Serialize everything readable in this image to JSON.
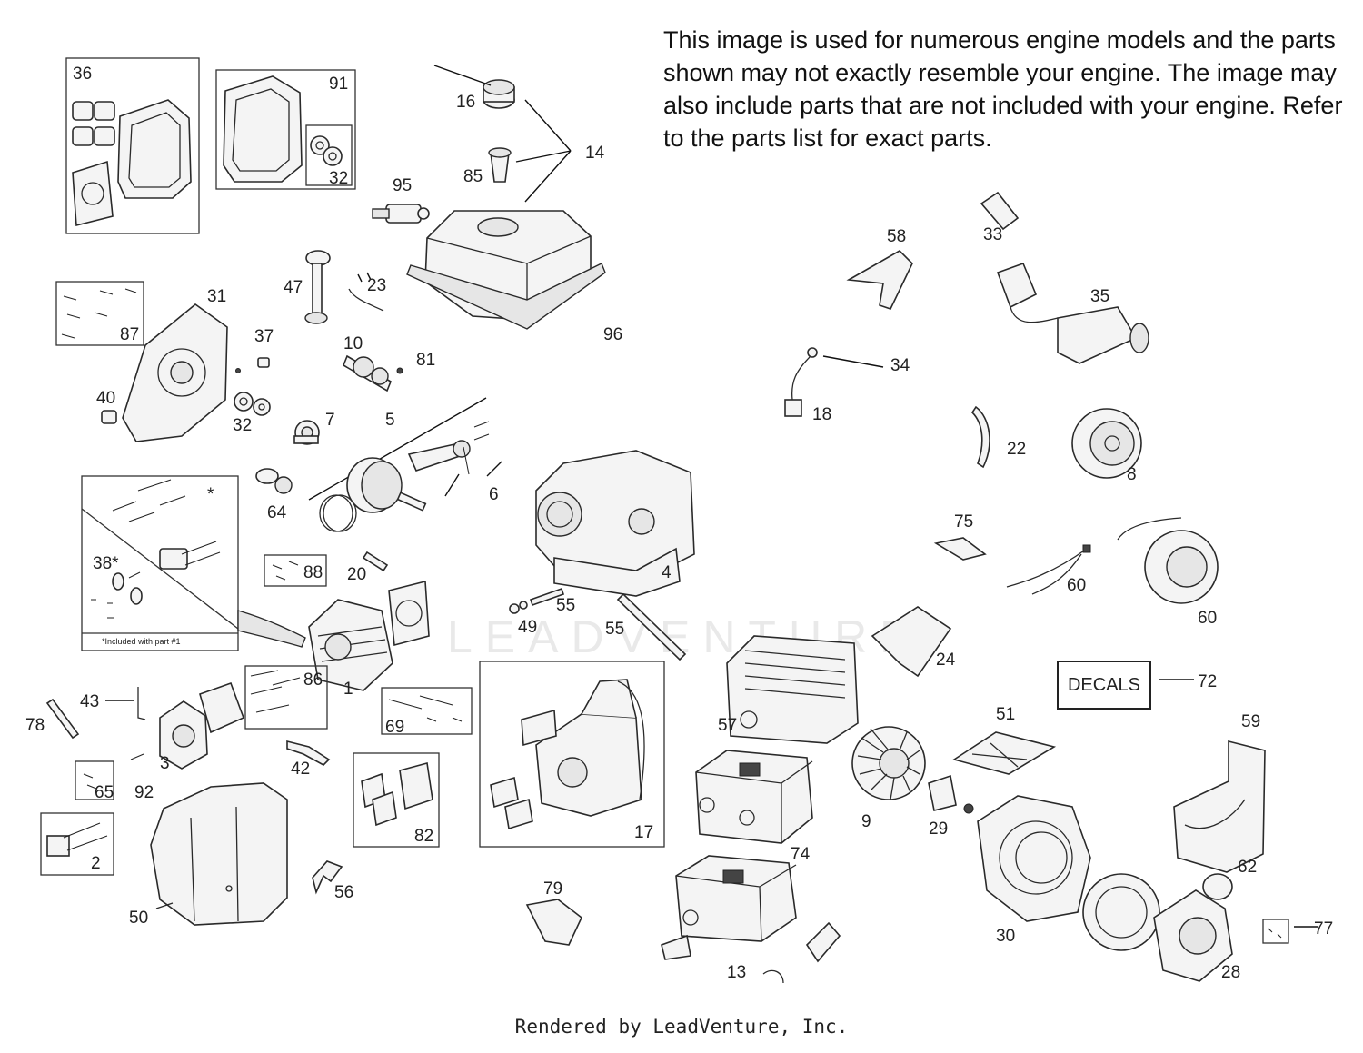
{
  "note_text": "This image is used for numerous engine models and the parts shown may not exactly resemble your engine. The image may also include parts that are not included with your engine. Refer to the parts list for exact parts.",
  "footer_text": "Rendered by LeadVenture, Inc.",
  "watermark_text": "LEADVENTURE",
  "decals_label": "DECALS",
  "included_note": "*Included with part #1",
  "callouts": [
    {
      "id": "c36",
      "text": "36"
    },
    {
      "id": "c91",
      "text": "91"
    },
    {
      "id": "c32a",
      "text": "32"
    },
    {
      "id": "c16",
      "text": "16"
    },
    {
      "id": "c14",
      "text": "14"
    },
    {
      "id": "c85",
      "text": "85"
    },
    {
      "id": "c95",
      "text": "95"
    },
    {
      "id": "c47",
      "text": "47"
    },
    {
      "id": "c23",
      "text": "23"
    },
    {
      "id": "c31",
      "text": "31"
    },
    {
      "id": "c87",
      "text": "87"
    },
    {
      "id": "c37",
      "text": "37"
    },
    {
      "id": "c10",
      "text": "10"
    },
    {
      "id": "c81",
      "text": "81"
    },
    {
      "id": "c96",
      "text": "96"
    },
    {
      "id": "c40",
      "text": "40"
    },
    {
      "id": "c32b",
      "text": "32"
    },
    {
      "id": "c7",
      "text": "7"
    },
    {
      "id": "c5",
      "text": "5"
    },
    {
      "id": "c6",
      "text": "6"
    },
    {
      "id": "c64",
      "text": "64"
    },
    {
      "id": "c38",
      "text": "38*"
    },
    {
      "id": "cstar",
      "text": "*"
    },
    {
      "id": "c88",
      "text": "88"
    },
    {
      "id": "c20",
      "text": "20"
    },
    {
      "id": "c4",
      "text": "4"
    },
    {
      "id": "c55a",
      "text": "55"
    },
    {
      "id": "c49",
      "text": "49"
    },
    {
      "id": "c55b",
      "text": "55"
    },
    {
      "id": "c86",
      "text": "86"
    },
    {
      "id": "c1",
      "text": "1"
    },
    {
      "id": "c43",
      "text": "43"
    },
    {
      "id": "c78",
      "text": "78"
    },
    {
      "id": "c69",
      "text": "69"
    },
    {
      "id": "c3",
      "text": "3"
    },
    {
      "id": "c42",
      "text": "42"
    },
    {
      "id": "c65",
      "text": "65"
    },
    {
      "id": "c92",
      "text": "92"
    },
    {
      "id": "c82",
      "text": "82"
    },
    {
      "id": "c17",
      "text": "17"
    },
    {
      "id": "c2",
      "text": "2"
    },
    {
      "id": "c56",
      "text": "56"
    },
    {
      "id": "c50",
      "text": "50"
    },
    {
      "id": "c79",
      "text": "79"
    },
    {
      "id": "c13",
      "text": "13"
    },
    {
      "id": "c58",
      "text": "58"
    },
    {
      "id": "c33",
      "text": "33"
    },
    {
      "id": "c35",
      "text": "35"
    },
    {
      "id": "c34",
      "text": "34"
    },
    {
      "id": "c18",
      "text": "18"
    },
    {
      "id": "c22",
      "text": "22"
    },
    {
      "id": "c8",
      "text": "8"
    },
    {
      "id": "c75",
      "text": "75"
    },
    {
      "id": "c60a",
      "text": "60"
    },
    {
      "id": "c60b",
      "text": "60"
    },
    {
      "id": "c24",
      "text": "24"
    },
    {
      "id": "c72",
      "text": "72"
    },
    {
      "id": "c57",
      "text": "57"
    },
    {
      "id": "c51",
      "text": "51"
    },
    {
      "id": "c59",
      "text": "59"
    },
    {
      "id": "c74",
      "text": "74"
    },
    {
      "id": "c9",
      "text": "9"
    },
    {
      "id": "c29",
      "text": "29"
    },
    {
      "id": "c30",
      "text": "30"
    },
    {
      "id": "c62",
      "text": "62"
    },
    {
      "id": "c77",
      "text": "77"
    },
    {
      "id": "c28",
      "text": "28"
    }
  ]
}
